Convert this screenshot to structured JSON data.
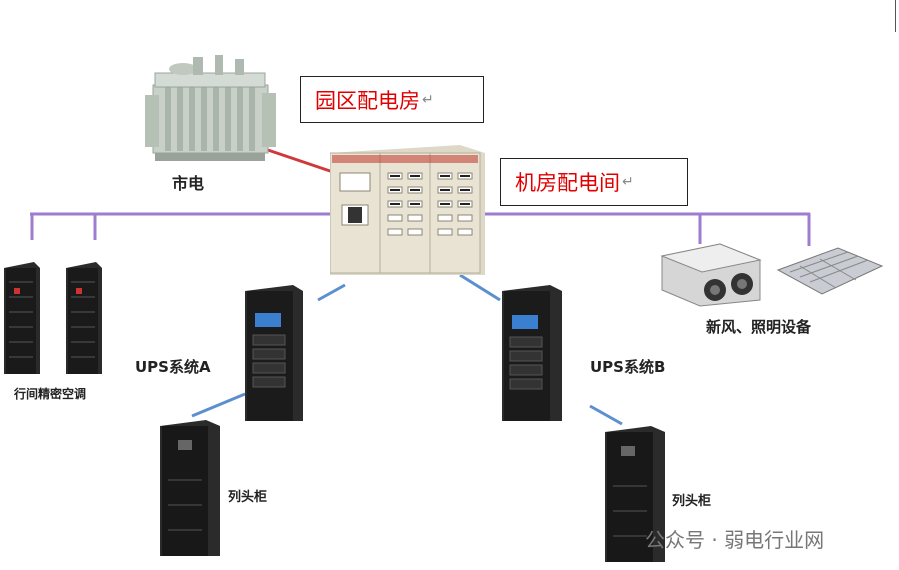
{
  "labels": {
    "city_power": "市电",
    "park_distribution_room": "园区配电房",
    "datacenter_distribution_room": "机房配电间",
    "return_mark": "↵",
    "inrow_ac": "行间精密空调",
    "ventilation_lighting": "新风、照明设备",
    "ups_a": "UPS系统A",
    "ups_b": "UPS系统B",
    "row_head_cabinet_a": "列头柜",
    "row_head_cabinet_b": "列头柜"
  },
  "watermark": "公众号 · 弱电行业网",
  "colors": {
    "bus_line": "#9e7ccf",
    "feed_line": "#5b8fd0",
    "city_line": "#d0393b",
    "label_red": "#e00000"
  }
}
